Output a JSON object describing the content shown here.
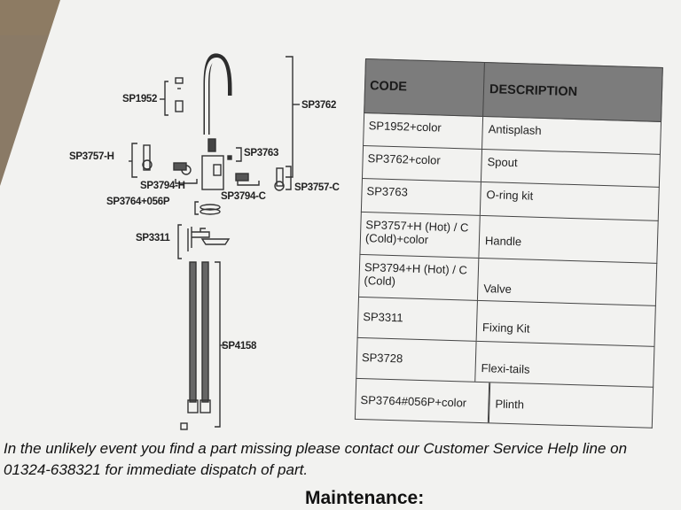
{
  "diagram": {
    "labels": {
      "sp1952": "SP1952",
      "sp3762": "SP3762",
      "sp3763": "SP3763",
      "sp3757h": "SP3757-H",
      "sp3794h": "SP3794-H",
      "sp3794c": "SP3794-C",
      "sp3757c": "SP3757-C",
      "sp3764": "SP3764+056P",
      "sp3311": "SP3311",
      "sp4158": "SP4158"
    }
  },
  "table": {
    "headers": {
      "code": "CODE",
      "description": "DESCRIPTION"
    },
    "rows": [
      {
        "code": "SP1952+color",
        "description": "Antisplash"
      },
      {
        "code": "SP3762+color",
        "description": "Spout"
      },
      {
        "code": "SP3763",
        "description": "O-ring kit"
      },
      {
        "code": "SP3757+H (Hot) / C (Cold)+color",
        "description": "Handle"
      },
      {
        "code": "SP3794+H (Hot) / C (Cold)",
        "description": "Valve"
      },
      {
        "code": "SP3311",
        "description": "Fixing Kit"
      },
      {
        "code": "SP3728",
        "description": "Flexi-tails"
      },
      {
        "code": "SP3764#056P+color",
        "description": "Plinth"
      }
    ]
  },
  "notice": {
    "line1": "In the unlikely event you find a part missing please contact our Customer Service Help line on",
    "line2": "01324-638321  for immediate dispatch of part."
  },
  "heading": "Maintenance:"
}
